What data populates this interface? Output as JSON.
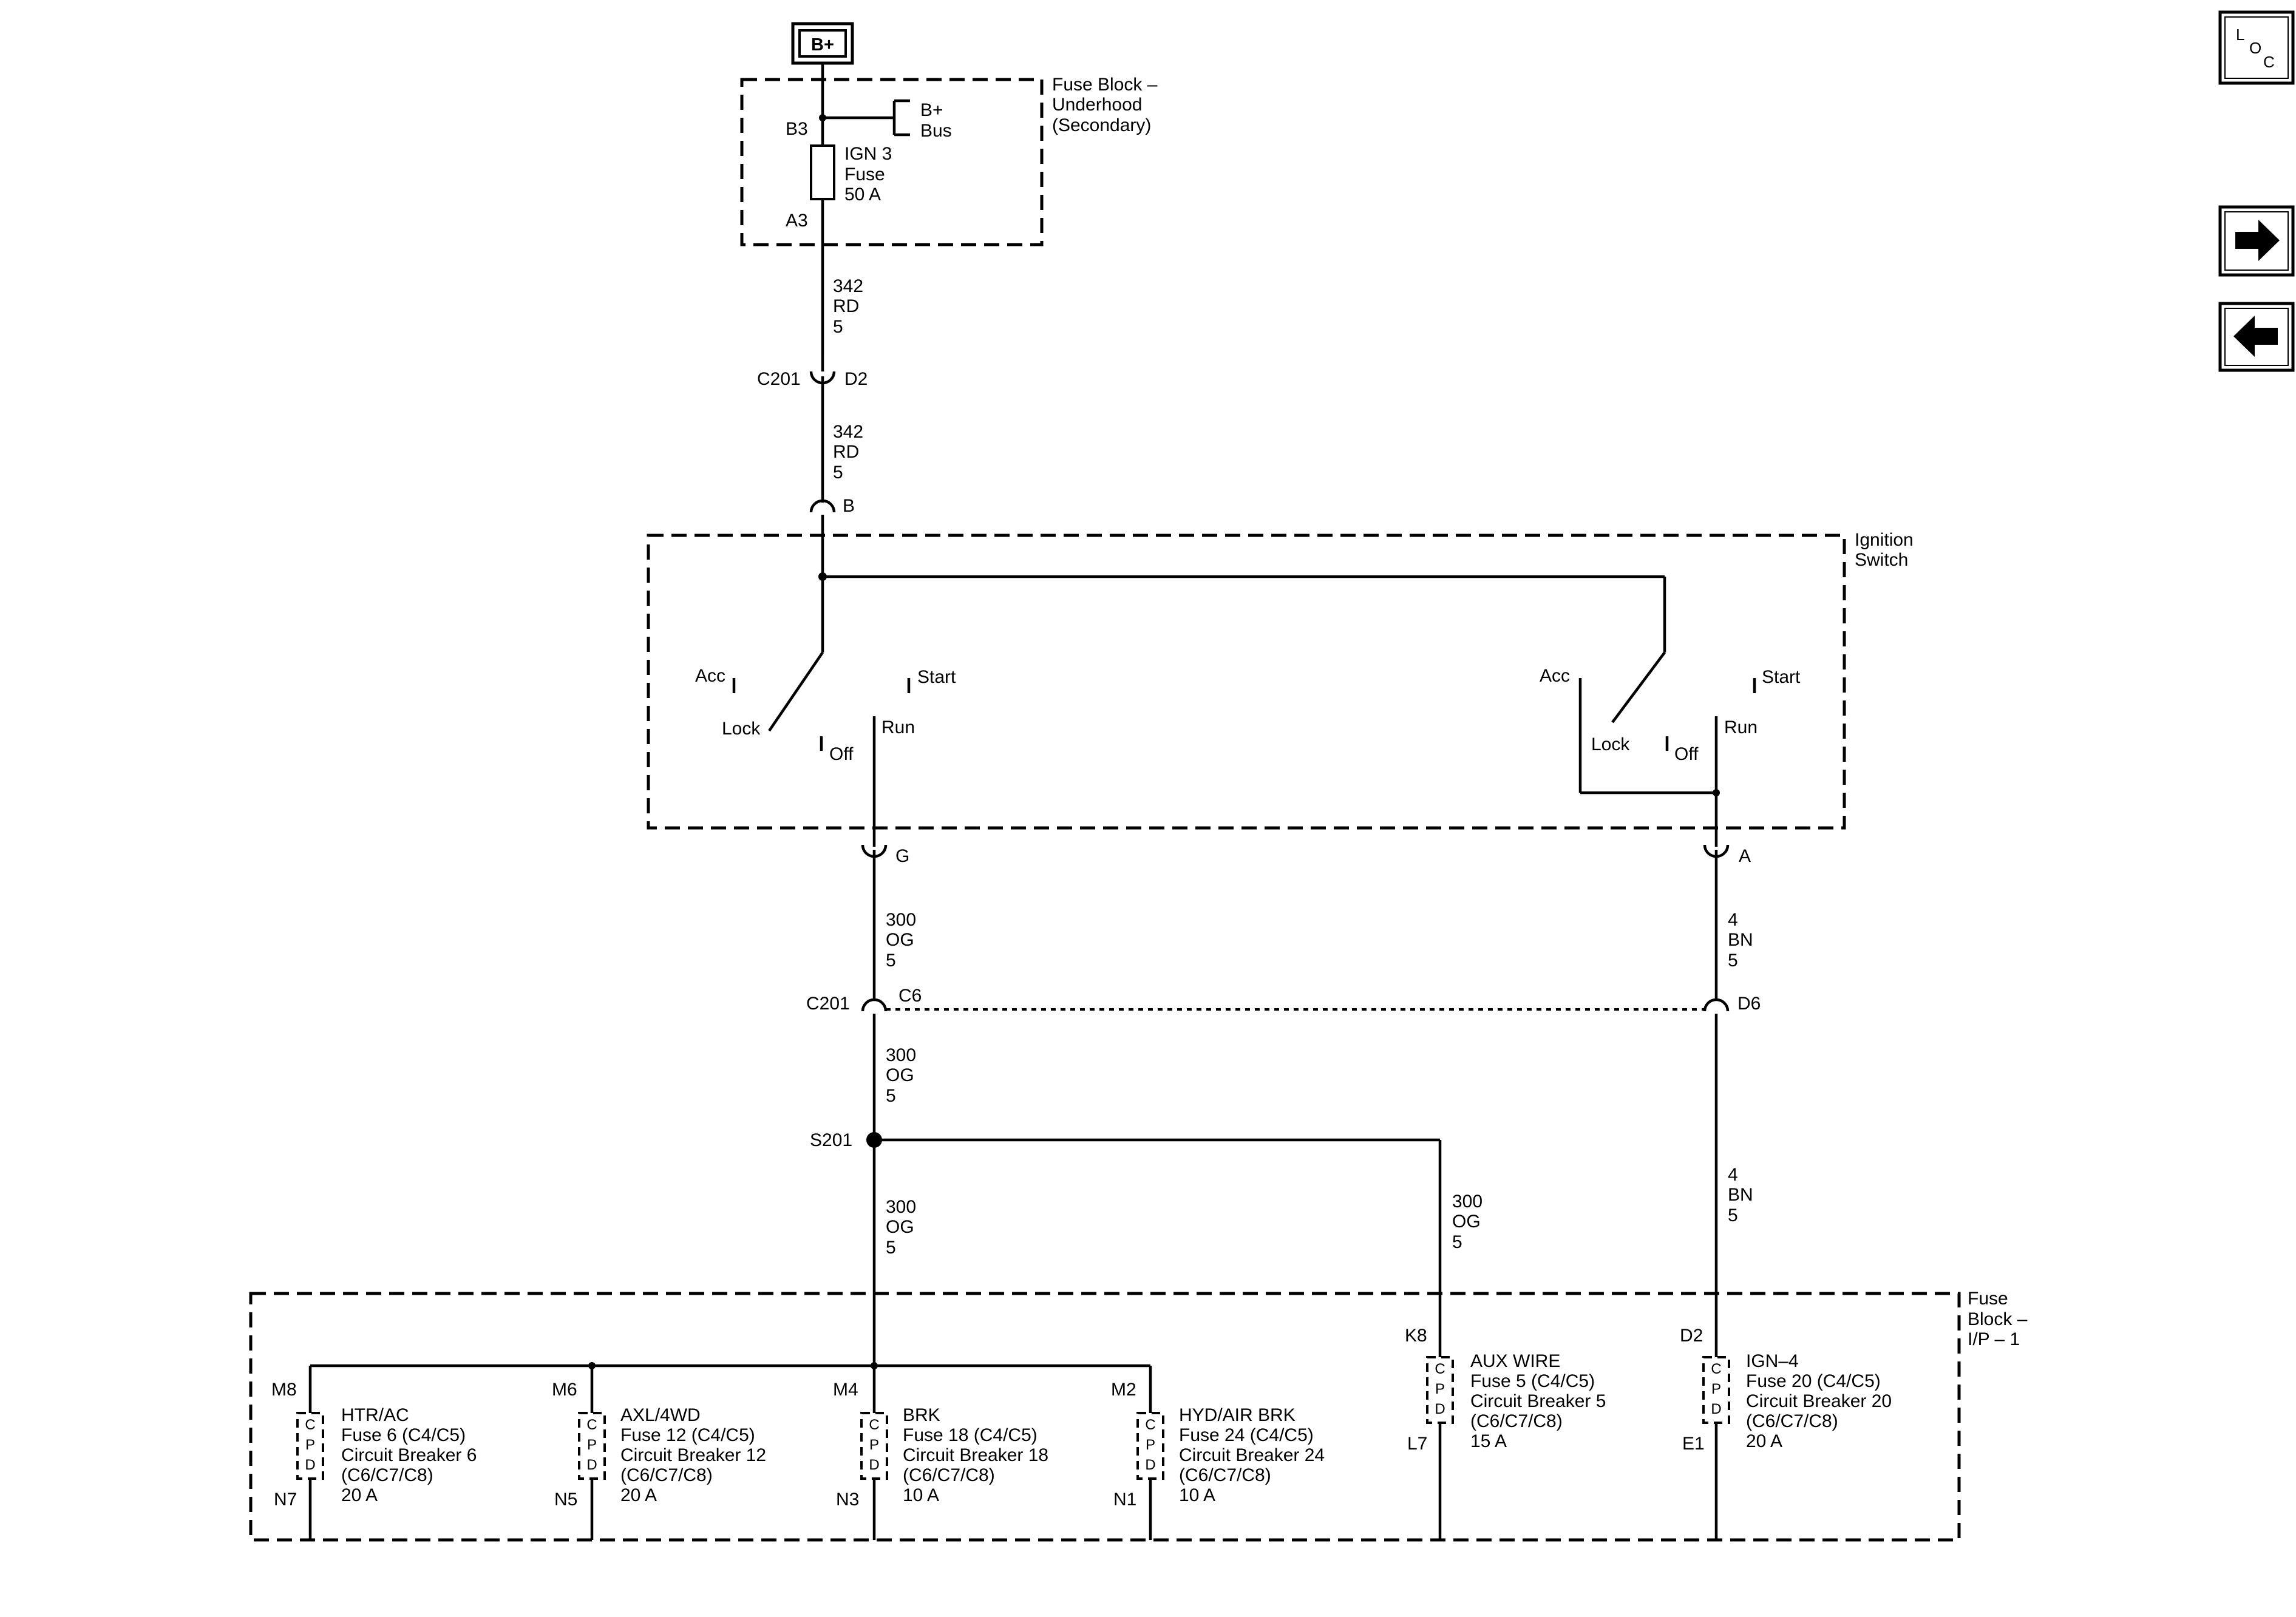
{
  "battery": {
    "label": "B+"
  },
  "underhood_block": {
    "title": [
      "Fuse Block –",
      "Underhood",
      "(Secondary)"
    ],
    "pin_in": "B3",
    "pin_out": "A3",
    "bus_label": [
      "B+",
      "Bus"
    ],
    "fuse_label": [
      "IGN 3",
      "Fuse",
      "50 A"
    ]
  },
  "wires": {
    "w_342_a": [
      "342",
      "RD",
      "5"
    ],
    "w_342_b": [
      "342",
      "RD",
      "5"
    ],
    "w_300_a": [
      "300",
      "OG",
      "5"
    ],
    "w_300_b": [
      "300",
      "OG",
      "5"
    ],
    "w_300_c": [
      "300",
      "OG",
      "5"
    ],
    "w_300_d": [
      "300",
      "OG",
      "5"
    ],
    "w_4_a": [
      "4",
      "BN",
      "5"
    ],
    "w_4_b": [
      "4",
      "BN",
      "5"
    ]
  },
  "connectors": {
    "c201_top": {
      "name": "C201",
      "pin": "D2"
    },
    "switch_in": {
      "pin": "B"
    },
    "switch_out_g": {
      "pin": "G"
    },
    "switch_out_a": {
      "pin": "A"
    },
    "c201_mid_left": {
      "name": "C201",
      "pin": "C6"
    },
    "c201_mid_right": {
      "pin": "D6"
    },
    "splice": {
      "name": "S201"
    }
  },
  "ignition_switch": {
    "title": [
      "Ignition",
      "Switch"
    ],
    "left": {
      "acc": "Acc",
      "start": "Start",
      "lock": "Lock",
      "run": "Run",
      "off": "Off"
    },
    "right": {
      "acc": "Acc",
      "start": "Start",
      "lock": "Lock",
      "run": "Run",
      "off": "Off"
    }
  },
  "ip_block": {
    "title": [
      "Fuse",
      "Block –",
      "I/P – 1"
    ],
    "cpd_letters": [
      "C",
      "P",
      "D"
    ],
    "fuses": [
      {
        "pin_in": "M8",
        "pin_out": "N7",
        "lines": [
          "HTR/AC",
          "Fuse 6 (C4/C5)",
          "Circuit Breaker 6",
          "(C6/C7/C8)",
          "20 A"
        ]
      },
      {
        "pin_in": "M6",
        "pin_out": "N5",
        "lines": [
          "AXL/4WD",
          "Fuse 12 (C4/C5)",
          "Circuit Breaker 12",
          "(C6/C7/C8)",
          "20 A"
        ]
      },
      {
        "pin_in": "M4",
        "pin_out": "N3",
        "lines": [
          "BRK",
          "Fuse 18 (C4/C5)",
          "Circuit Breaker 18",
          "(C6/C7/C8)",
          "10 A"
        ]
      },
      {
        "pin_in": "M2",
        "pin_out": "N1",
        "lines": [
          "HYD/AIR BRK",
          "Fuse 24 (C4/C5)",
          "Circuit Breaker 24",
          "(C6/C7/C8)",
          "10 A"
        ]
      },
      {
        "pin_in": "K8",
        "pin_out": "L7",
        "lines": [
          "AUX WIRE",
          "Fuse 5 (C4/C5)",
          "Circuit Breaker 5",
          "(C6/C7/C8)",
          "15 A"
        ]
      },
      {
        "pin_in": "D2",
        "pin_out": "E1",
        "lines": [
          "IGN–4",
          "Fuse 20 (C4/C5)",
          "Circuit Breaker 20",
          "(C6/C7/C8)",
          "20 A"
        ]
      }
    ]
  },
  "nav": {
    "loc_letters": [
      "L",
      "O",
      "C"
    ],
    "next_icon": "arrow-right-icon",
    "prev_icon": "arrow-left-icon"
  }
}
